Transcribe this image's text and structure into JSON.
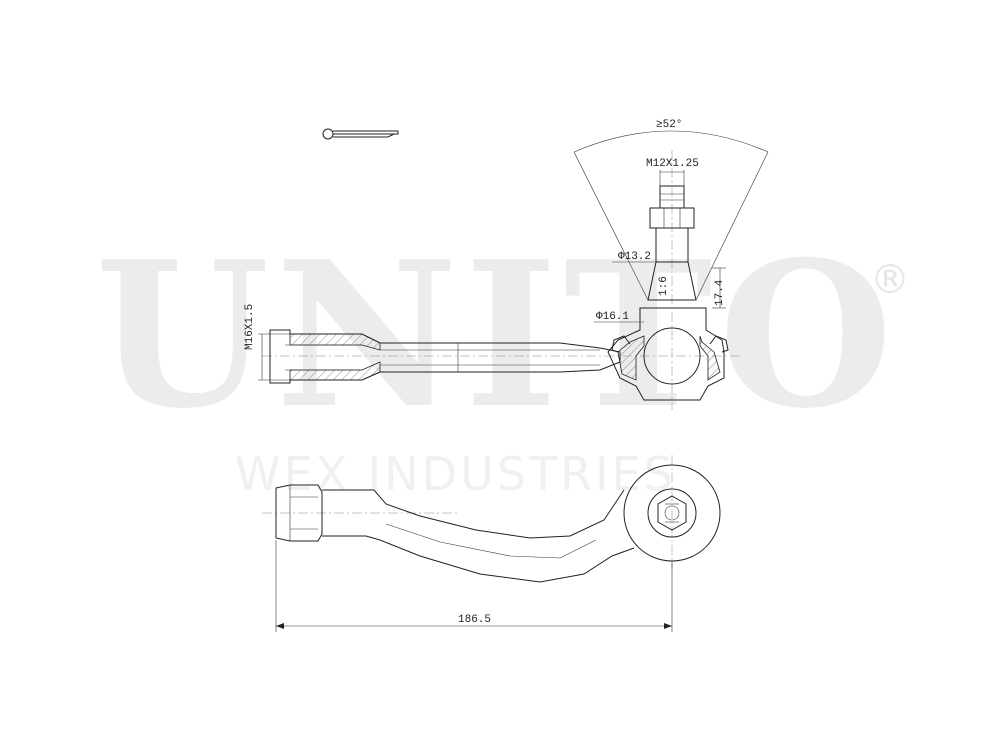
{
  "watermark": {
    "brand": "UNITO",
    "registered": "®",
    "company": "WEX INDUSTRIES"
  },
  "dimensions": {
    "angle": "≥52°",
    "thread_stud": "M12X1.25",
    "dia_stud": "Φ13.2",
    "taper": "1:6",
    "dia_ball": "Φ16.1",
    "height": "17.4",
    "thread_rod": "M16X1.5",
    "length": "186.5"
  },
  "colors": {
    "line": "#222222",
    "watermark": "#ececec",
    "background": "#ffffff"
  }
}
